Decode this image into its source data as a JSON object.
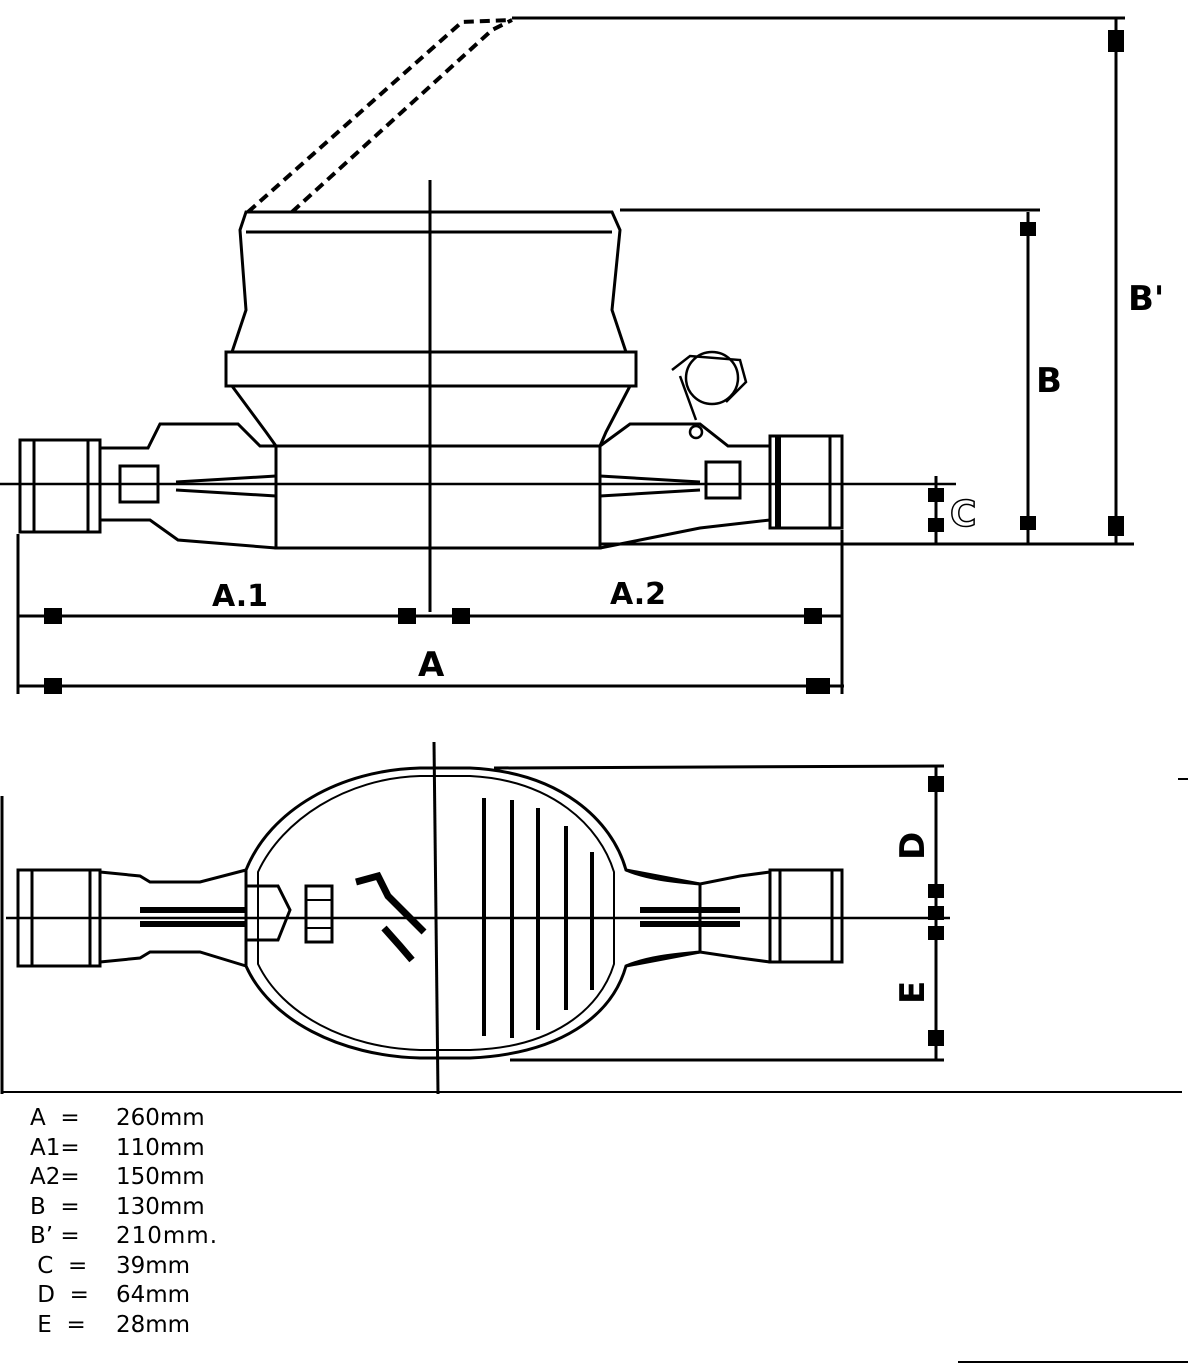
{
  "diagram": {
    "side_view": {
      "labels": {
        "A": "A",
        "A1": "A.1",
        "A2": "A.2",
        "B": "B",
        "B_prime": "B'",
        "C": "C"
      }
    },
    "top_view": {
      "labels": {
        "D": "D",
        "E": "E"
      }
    }
  },
  "dimensions": [
    {
      "key": "A  =",
      "value": "260mm"
    },
    {
      "key": "A1=",
      "value": "110mm"
    },
    {
      "key": "A2=",
      "value": "150mm"
    },
    {
      "key": "B  =",
      "value": "130mm"
    },
    {
      "key": "B’ =",
      "value": "210mm."
    },
    {
      "key": " C  =",
      "value": "39mm"
    },
    {
      "key": " D  =",
      "value": "64mm"
    },
    {
      "key": " E  =",
      "value": "28mm"
    }
  ],
  "colors": {
    "line": "#000000",
    "background": "#ffffff"
  }
}
